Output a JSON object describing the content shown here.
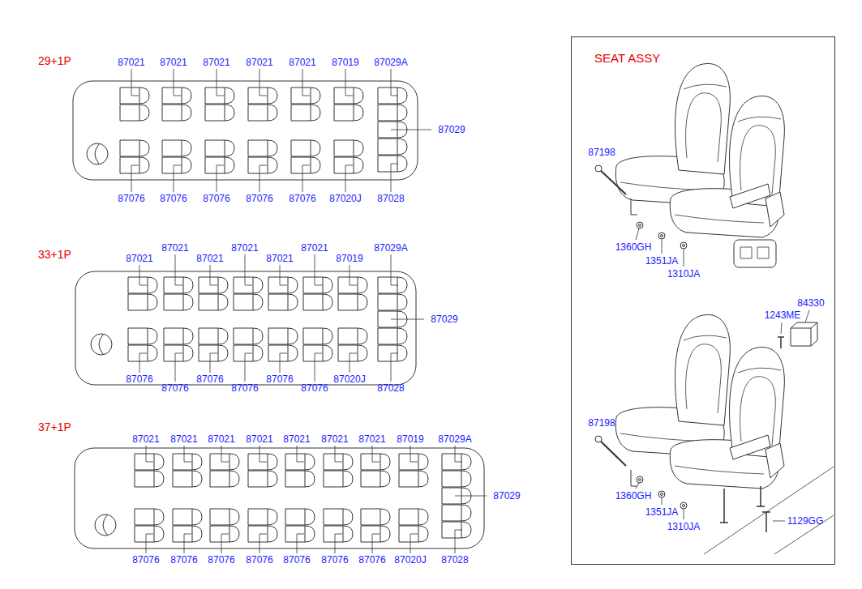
{
  "diagram": {
    "nodes": [
      {
        "text": [
          "SEAT ASSY"
        ]
      }
    ],
    "labels": [
      "29+1P",
      "87021",
      "87021",
      "87021",
      "87021",
      "87021",
      "87019",
      "87029A",
      "87029",
      "87076",
      "87076",
      "87076",
      "87076",
      "87076",
      "87020J",
      "87028",
      "33+1P",
      "87021",
      "87021",
      "87021",
      "87021",
      "87021",
      "87021",
      "87019",
      "87029A",
      "87029",
      "87076",
      "87076",
      "87076",
      "87076",
      "87076",
      "87076",
      "87020J",
      "87028",
      "37+1P",
      "87021",
      "87021",
      "87021",
      "87021",
      "87021",
      "87021",
      "87021",
      "87019",
      "87029A",
      "87029",
      "87076",
      "87076",
      "87076",
      "87076",
      "87076",
      "87076",
      "87076",
      "87020J",
      "87028",
      "87198",
      "1360GH",
      "1351JA",
      "1310JA",
      "84330",
      "1243ME",
      "87198",
      "1360GH",
      "1351JA",
      "1310JA",
      "1129GG"
    ]
  }
}
